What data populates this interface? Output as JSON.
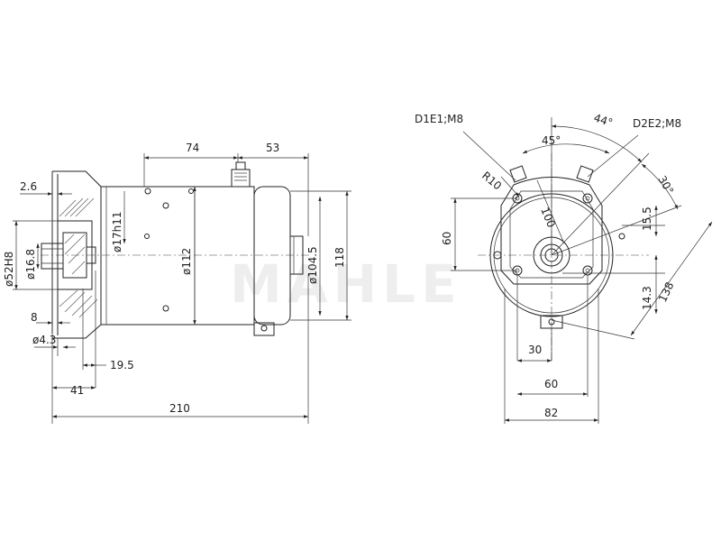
{
  "watermark": "MAHLE",
  "side_view": {
    "dims": {
      "d74": "74",
      "d53": "53",
      "d2_6": "2.6",
      "d52H8": "ø52H8",
      "d16_8": "ø16.8",
      "d17h11": "ø17h11",
      "d112": "ø112",
      "d104_5": "ø104.5",
      "d118": "118",
      "d8": "8",
      "d4_3": "ø4.3",
      "d19_5": "19.5",
      "d41": "41",
      "d210": "210"
    }
  },
  "front_view": {
    "labels": {
      "terminal_left": "D1E1;M8",
      "terminal_right": "D2E2;M8"
    },
    "dims": {
      "a44": "44°",
      "a45": "45°",
      "a30": "30°",
      "r10": "R10",
      "d100": "100",
      "d60v": "60",
      "d15_5": "15.5",
      "d14_3": "14.3",
      "d138": "138",
      "d30": "30",
      "d60h": "60",
      "d82": "82"
    }
  }
}
